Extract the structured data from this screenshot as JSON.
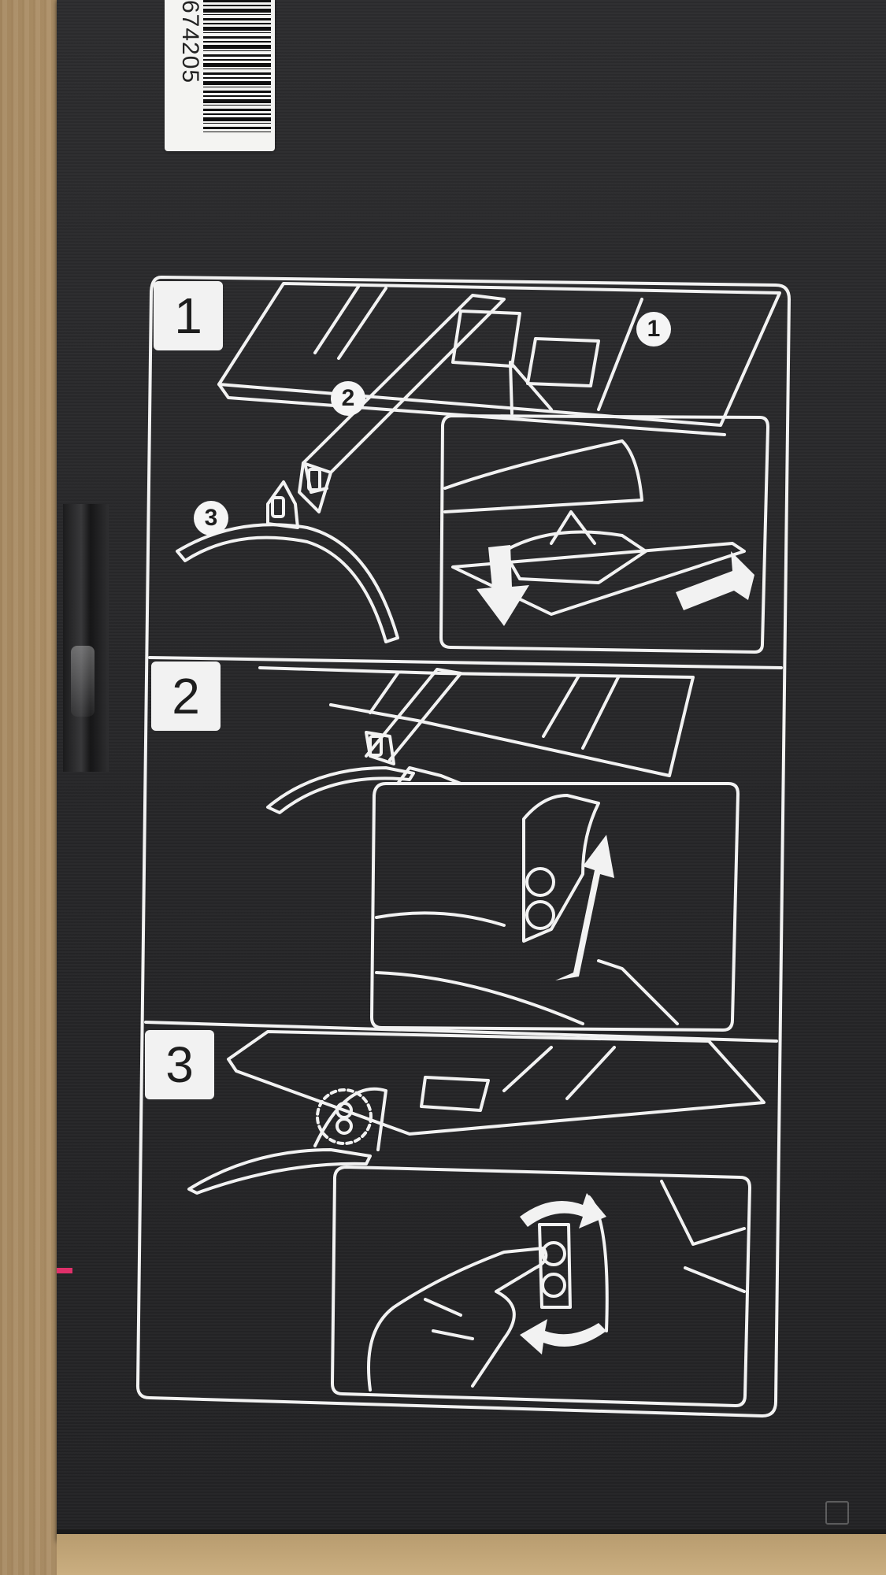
{
  "barcode": {
    "number": "674205"
  },
  "steps": [
    {
      "number": "1",
      "callouts": [
        "1",
        "2",
        "3"
      ]
    },
    {
      "number": "2"
    },
    {
      "number": "3"
    }
  ],
  "colors": {
    "box": "#262628",
    "line_art": "#f2f2f2",
    "floor": "#b49a74",
    "mark": "#e0306a"
  }
}
